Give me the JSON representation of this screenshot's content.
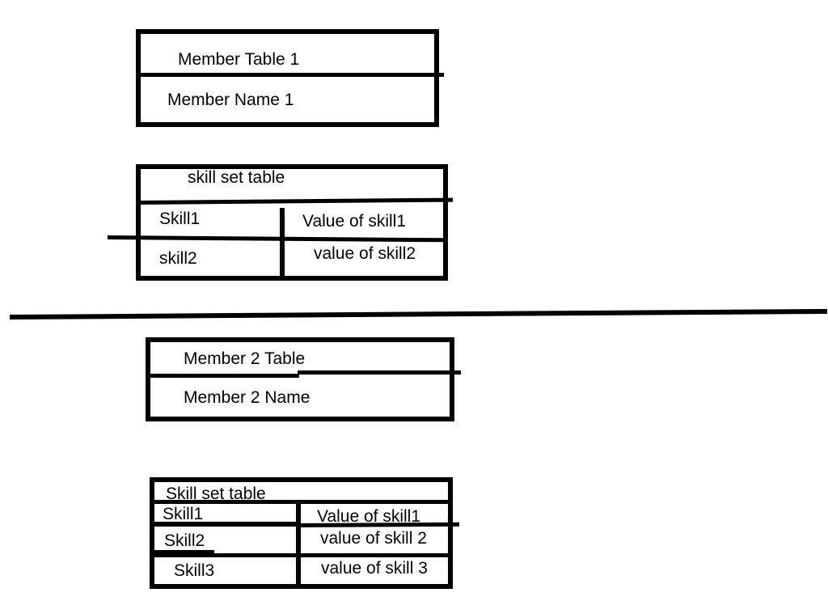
{
  "canvas": {
    "background": "#ffffff",
    "ink": "#000000"
  },
  "member_table_1": {
    "title": "Member Table 1",
    "rows": [
      "Member Name 1"
    ]
  },
  "skill_set_table_1": {
    "title": "skill set table",
    "rows": [
      {
        "skill": "Skill1",
        "value": "Value of skill1"
      },
      {
        "skill": "skill2",
        "value": "value of skill2"
      }
    ]
  },
  "member_table_2": {
    "title": "Member 2 Table",
    "rows": [
      "Member 2 Name"
    ]
  },
  "skill_set_table_2": {
    "title": "Skill set table",
    "rows": [
      {
        "skill": "Skill1",
        "value": "Value of skill1"
      },
      {
        "skill": "Skill2",
        "value": "value of skill 2"
      },
      {
        "skill": "Skill3",
        "value": "value of skill 3"
      }
    ]
  }
}
